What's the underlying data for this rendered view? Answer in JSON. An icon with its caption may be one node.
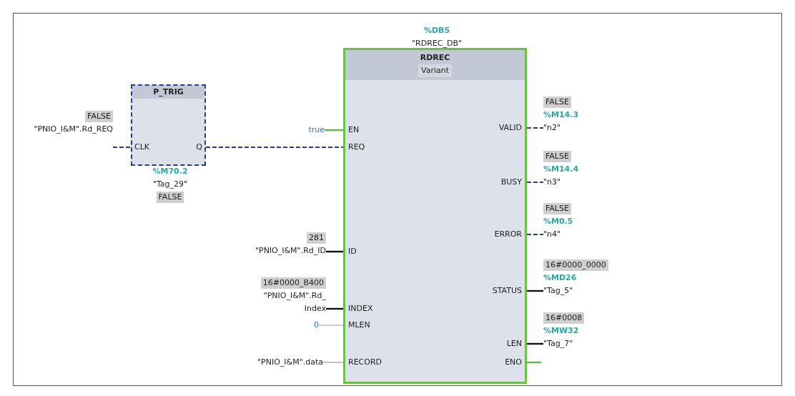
{
  "diagram": {
    "nodes": [
      {
        "text": [
          "FALSE",
          "\"PNIO_I&M\".Rd_REQ"
        ]
      },
      {
        "text": [
          "P_TRIG",
          "CLK",
          "Q"
        ],
        "beside": [
          "%M70.2",
          "\"Tag_29\"",
          "FALSE"
        ]
      },
      {
        "text": [
          "RDREC",
          "Variant",
          "EN",
          "REQ",
          "ID",
          "INDEX",
          "MLEN",
          "RECORD",
          "VALID",
          "BUSY",
          "ERROR",
          "STATUS",
          "LEN",
          "ENO"
        ],
        "beside": [
          "%DB5",
          "\"RDREC_DB\""
        ]
      },
      {
        "text": [
          "true"
        ]
      },
      {
        "text": [
          "281",
          "\"PNIO_I&M\".Rd_ID"
        ]
      },
      {
        "text": [
          "16#0000_B400",
          "\"PNIO_I&M\".Rd_ Index"
        ]
      },
      {
        "text": [
          "0"
        ]
      },
      {
        "text": [
          "\"PNIO_I&M\".data"
        ]
      },
      {
        "text": [
          "FALSE",
          "%M14.3",
          "\"n2\""
        ]
      },
      {
        "text": [
          "FALSE",
          "%M14.4",
          "\"n3\""
        ]
      },
      {
        "text": [
          "FALSE",
          "%M0.5",
          "\"n4\""
        ]
      },
      {
        "text": [
          "16#0000_0000",
          "%MD26",
          "\"Tag_5\""
        ]
      },
      {
        "text": [
          "16#0008",
          "%MW32",
          "\"Tag_7\""
        ]
      }
    ],
    "edges": [
      {
        "from": 0,
        "to": 1,
        "arrow": "none",
        "style": "dashed",
        "color": "#2b3a8c"
      },
      {
        "from": 1,
        "to": 2,
        "arrow": "none",
        "style": "dashed",
        "color": "#2b3a8c"
      },
      {
        "from": 3,
        "to": 2,
        "arrow": "none",
        "color": "#5cb84a"
      },
      {
        "from": 4,
        "to": 2,
        "arrow": "none",
        "color": "#111111"
      },
      {
        "from": 5,
        "to": 2,
        "arrow": "none",
        "color": "#111111"
      },
      {
        "from": 6,
        "to": 2,
        "arrow": "none",
        "color": "#999999"
      },
      {
        "from": 7,
        "to": 2,
        "arrow": "none",
        "color": "#999999"
      },
      {
        "from": 2,
        "to": 8,
        "arrow": "none",
        "style": "dashed",
        "color": "#2b3a8c"
      },
      {
        "from": 2,
        "to": 9,
        "arrow": "none",
        "style": "dashed",
        "color": "#2b3a8c"
      },
      {
        "from": 2,
        "to": 10,
        "arrow": "none",
        "style": "dashed",
        "color": "#2b3a8c"
      },
      {
        "from": 2,
        "to": 11,
        "arrow": "none",
        "color": "#111111"
      },
      {
        "from": 2,
        "to": 12,
        "arrow": "none",
        "color": "#111111"
      },
      {
        "from": 2,
        "to": null,
        "arrow": "none",
        "color": "#5cb84a"
      }
    ]
  }
}
